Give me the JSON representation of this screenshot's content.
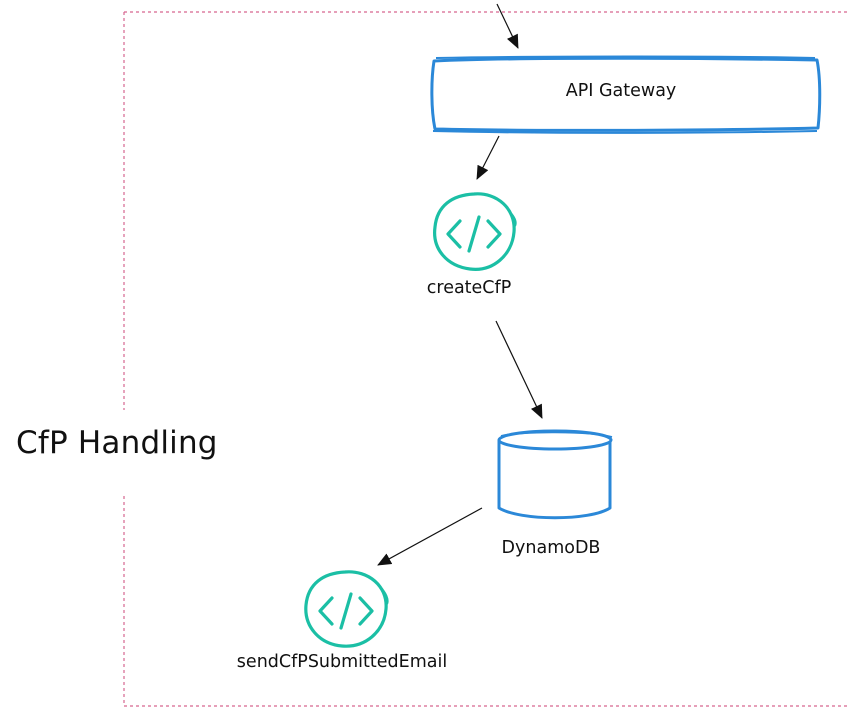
{
  "diagram": {
    "group": {
      "label": "CfP Handling",
      "border_color": "#d6668f"
    },
    "nodes": {
      "api_gateway": {
        "label": "API Gateway",
        "icon": "rectangle-service-box",
        "color": "#2b88d8"
      },
      "create_cfp": {
        "label": "createCfP",
        "icon": "code-icon",
        "color": "#1bbfa5"
      },
      "dynamodb": {
        "label": "DynamoDB",
        "icon": "database-cylinder-icon",
        "color": "#2b88d8"
      },
      "send_email": {
        "label": "sendCfPSubmittedEmail",
        "icon": "code-icon",
        "color": "#1bbfa5"
      }
    },
    "edges": [
      {
        "from": "external",
        "to": "api_gateway"
      },
      {
        "from": "api_gateway",
        "to": "create_cfp"
      },
      {
        "from": "create_cfp",
        "to": "dynamodb"
      },
      {
        "from": "dynamodb",
        "to": "send_email"
      }
    ]
  }
}
